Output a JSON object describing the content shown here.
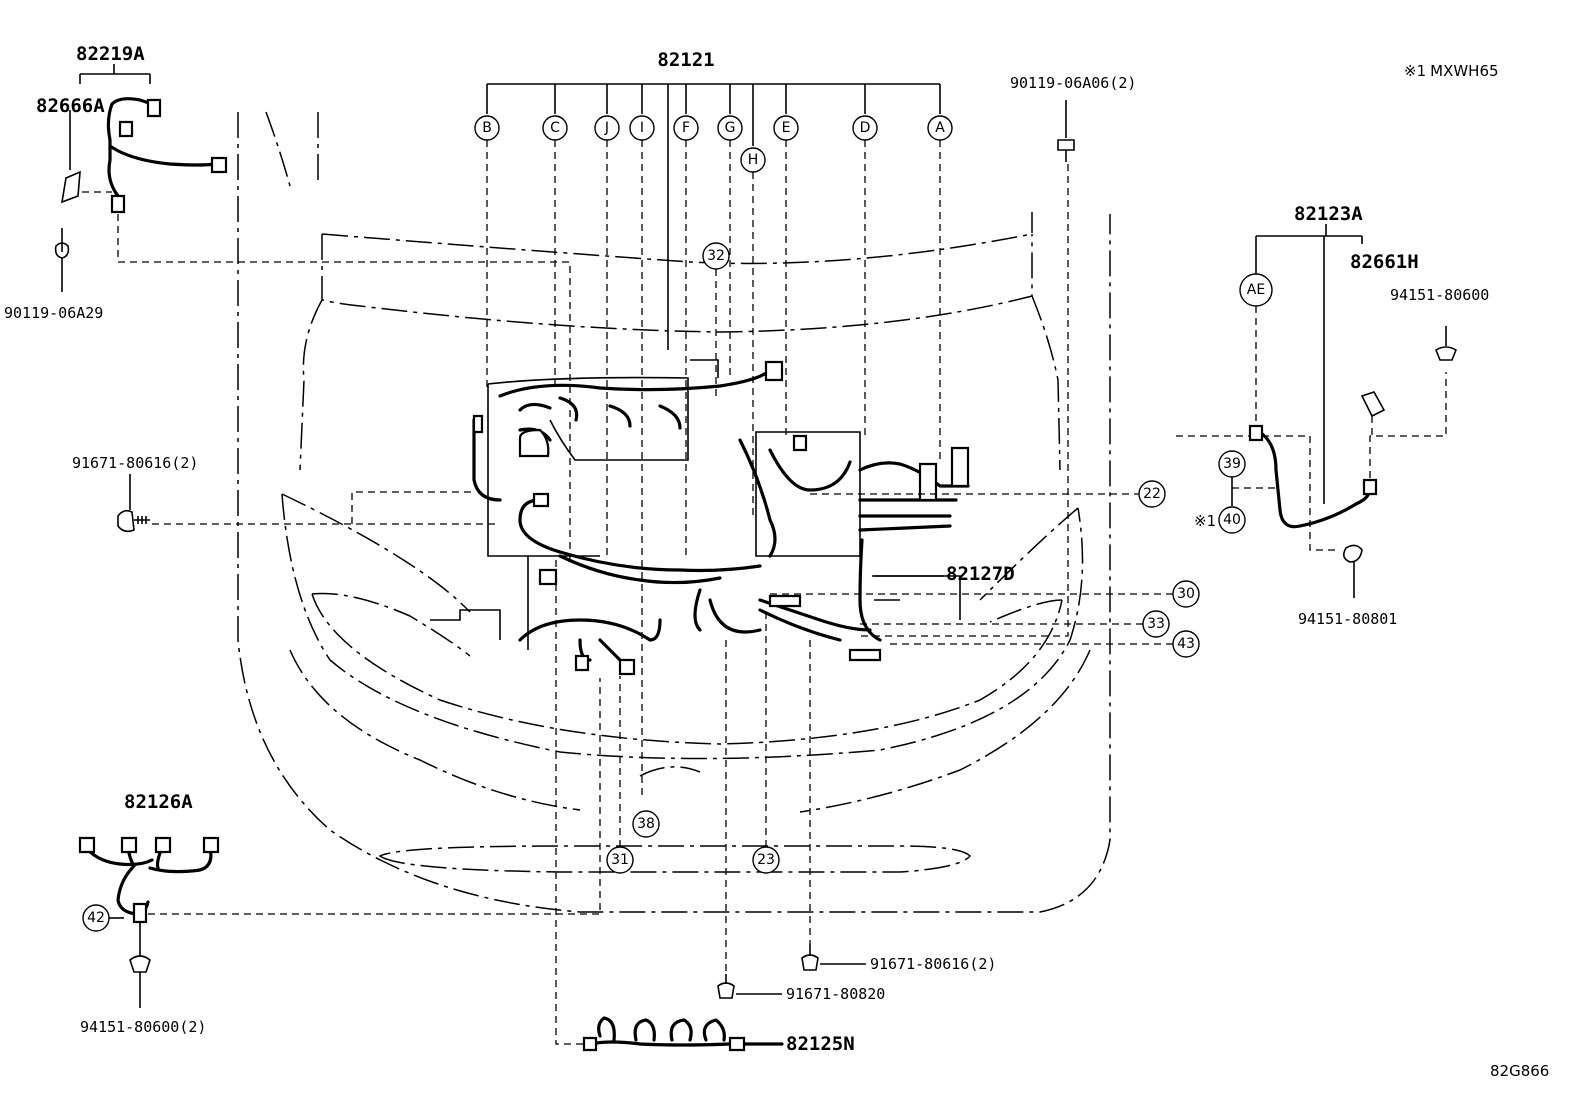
{
  "note": {
    "mark": "※1",
    "text": "MXWH65"
  },
  "diagram_code": "82G866",
  "parts": {
    "p82219A": "82219A",
    "p82666A": "82666A",
    "p90119_06A29": "90119-06A29",
    "p82121": "82121",
    "p90119_06A06": "90119-06A06(2)",
    "p82123A": "82123A",
    "p82661H": "82661H",
    "p94151_80600": "94151-80600",
    "p94151_80801": "94151-80801",
    "p91671_80616_left": "91671-80616(2)",
    "p82127D": "82127D",
    "p82126A": "82126A",
    "p94151_80600_2": "94151-80600(2)",
    "p91671_80616_bottom": "91671-80616(2)",
    "p91671_80820": "91671-80820",
    "p82125N": "82125N"
  },
  "connector_letters": {
    "B": "B",
    "C": "C",
    "J": "J",
    "I": "I",
    "F": "F",
    "G": "G",
    "H": "H",
    "E": "E",
    "D": "D",
    "A": "A",
    "AE": "AE"
  },
  "callouts": {
    "c32": "32",
    "c22": "22",
    "c39": "39",
    "c40": "40",
    "c30": "30",
    "c33": "33",
    "c43": "43",
    "c42": "42",
    "c38": "38",
    "c31": "31",
    "c23": "23"
  },
  "callout_marks": {
    "c40_mark": "※1"
  }
}
